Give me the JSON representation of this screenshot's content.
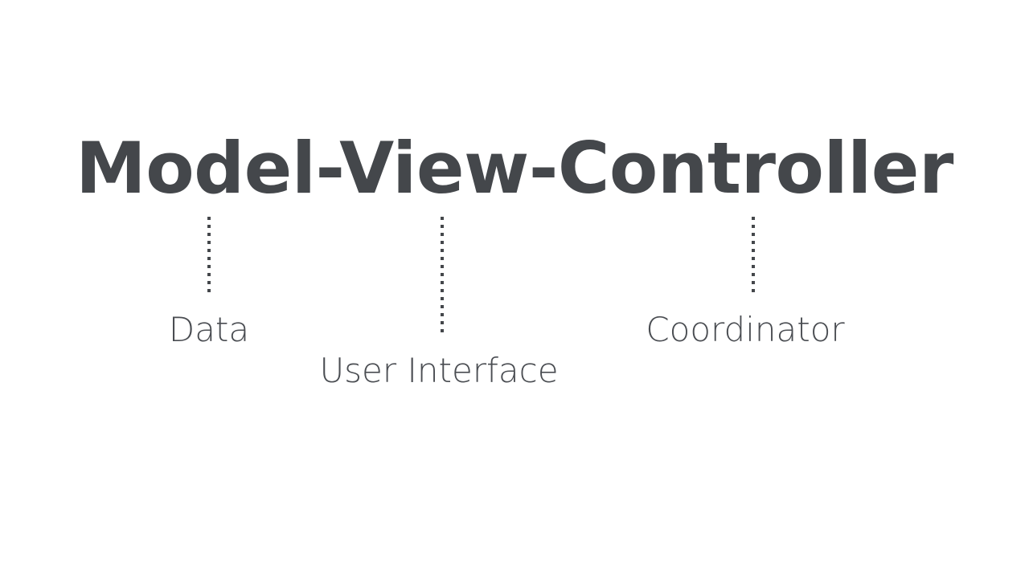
{
  "diagram": {
    "type": "annotated-term-breakdown",
    "background_color": "#ffffff",
    "ink_color": "#44474b",
    "label_color": "#4a4d52",
    "title": "Model-View-Controller",
    "title_parts": [
      "Model",
      "View",
      "Controller"
    ],
    "connectors": [
      {
        "name": "model-connector",
        "style": "dotted",
        "orientation": "vertical"
      },
      {
        "name": "view-connector",
        "style": "dotted",
        "orientation": "vertical"
      },
      {
        "name": "controller-connector",
        "style": "dotted",
        "orientation": "vertical"
      }
    ],
    "annotations": [
      {
        "term": "Model",
        "label": "Data"
      },
      {
        "term": "View",
        "label": "User Interface"
      },
      {
        "term": "Controller",
        "label": "Coordinator"
      }
    ]
  }
}
